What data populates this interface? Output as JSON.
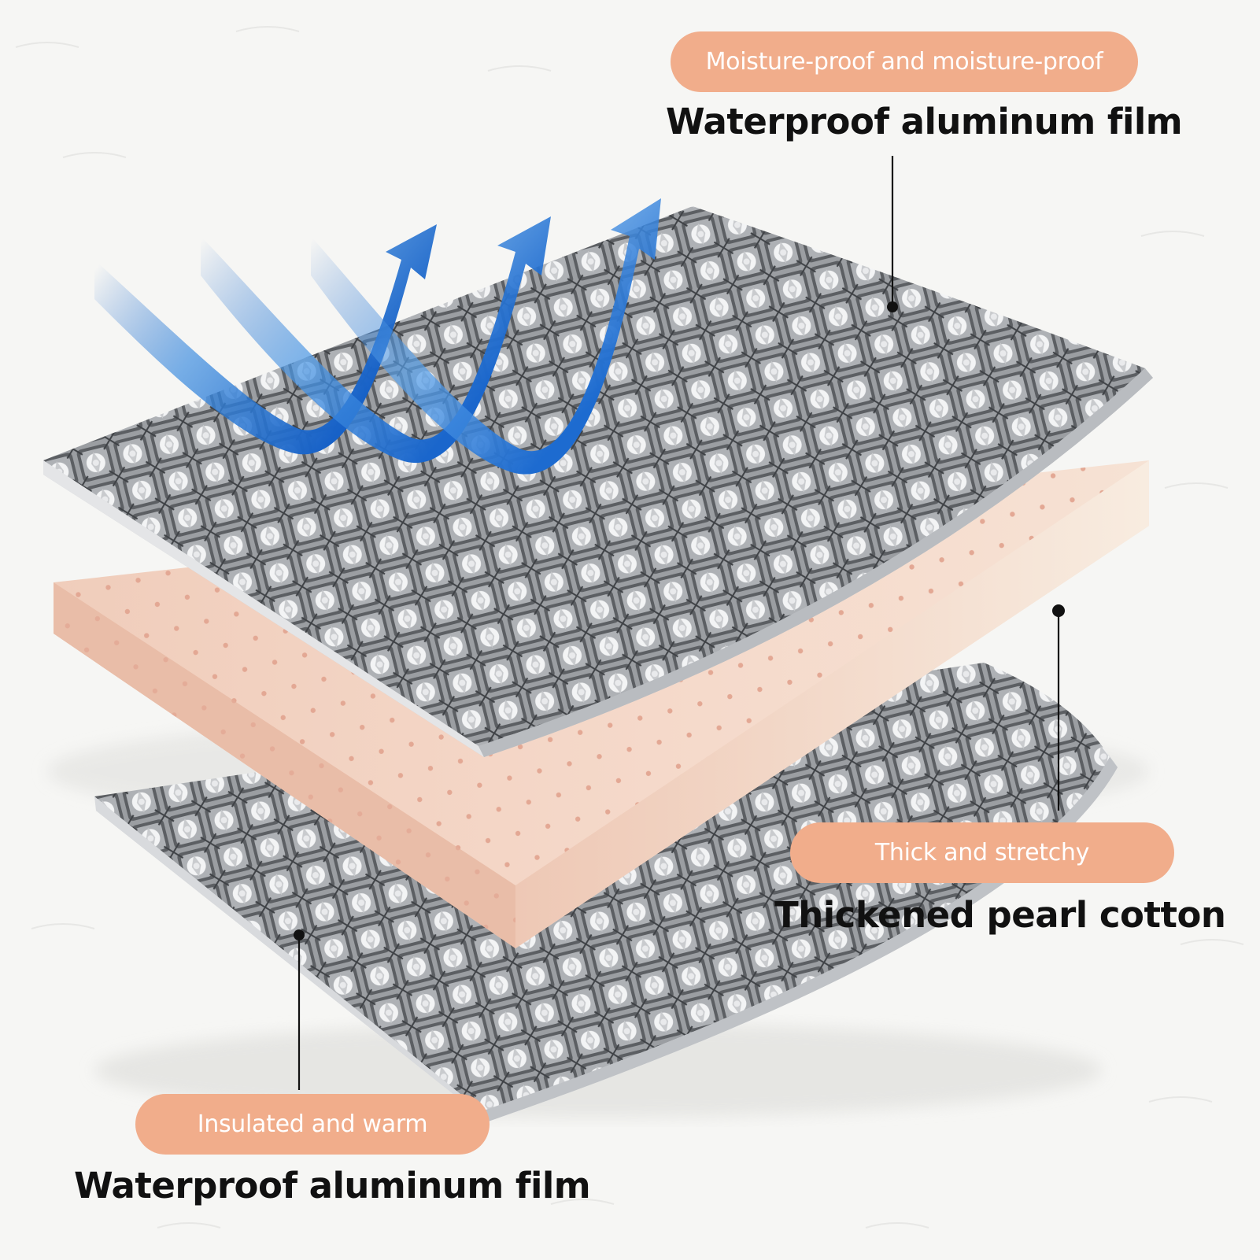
{
  "colors": {
    "background": "#f6f6f4",
    "pill": "#f1ad8b",
    "heading_text": "#111111",
    "foam": "#f3d4c4",
    "foam_edge": "#f7e6d8",
    "foam_dot": "#e3a894",
    "foil_dark": "#55585c",
    "foil_light": "#f2f3f4",
    "foil_edge": "#c7c9cc",
    "arrow_blue": "#1761c7",
    "leader_line": "#111111"
  },
  "layers": [
    {
      "id": "top-foil",
      "pill_text": "Moisture-proof and moisture-proof",
      "heading": "Waterproof aluminum film"
    },
    {
      "id": "pearl-cotton",
      "pill_text": "Thick and stretchy",
      "heading": "Thickened pearl cotton"
    },
    {
      "id": "bottom-foil",
      "pill_text": "Insulated and warm",
      "heading": "Waterproof aluminum film"
    }
  ],
  "decorations": {
    "airflow_arrows": 3,
    "airflow_icon": "blue-airflow-arrow-icon"
  }
}
